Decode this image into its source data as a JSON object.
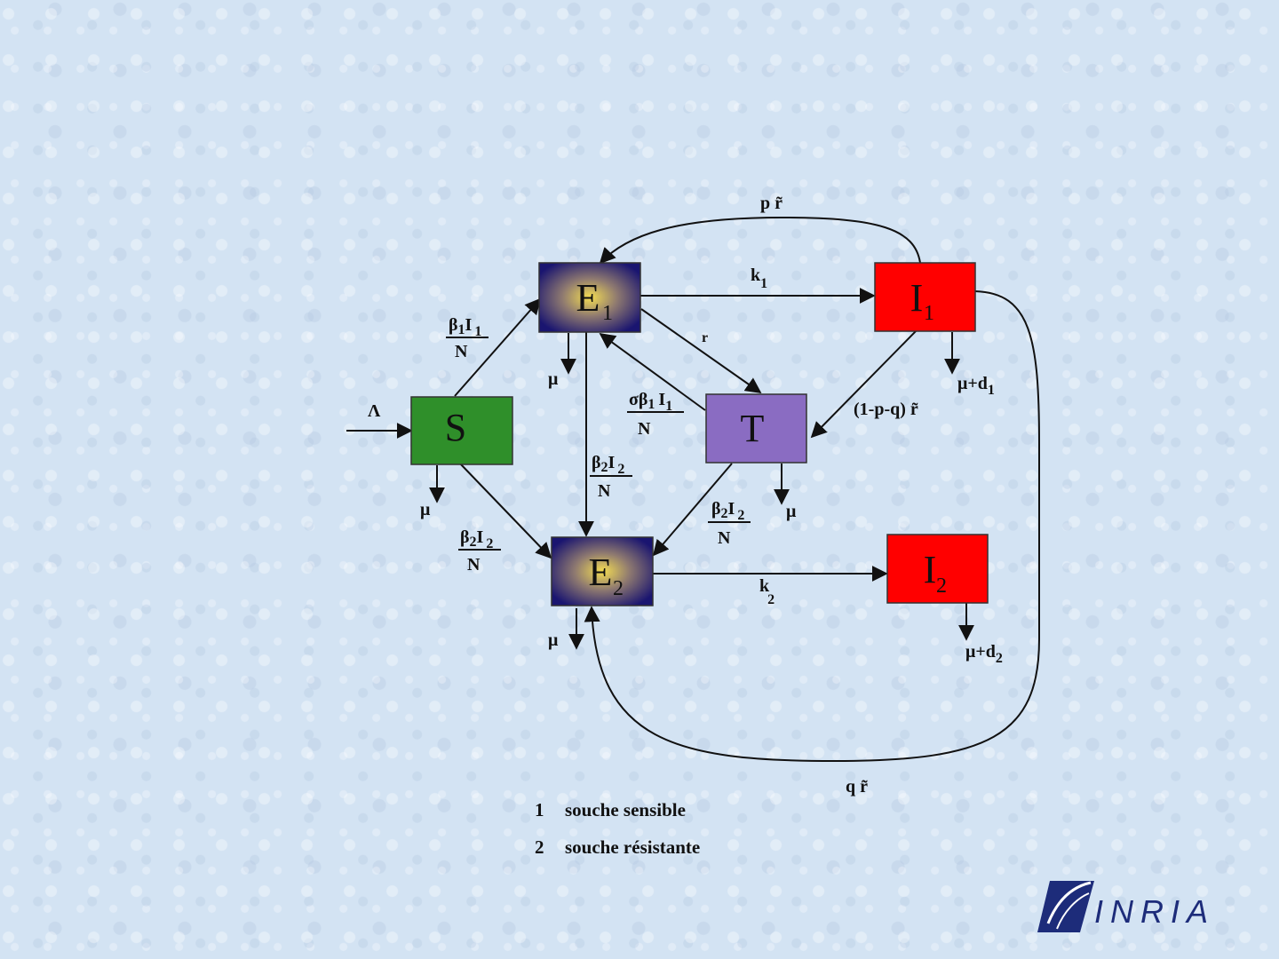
{
  "colors": {
    "susceptible": "#2f8f2a",
    "exposed_center": "#f4dd52",
    "exposed_edge": "#1a1570",
    "infectious": "#ff0000",
    "treated": "#8a6cc2",
    "logo": "#1d2c7a"
  },
  "nodes": {
    "S": "S",
    "E1": "E",
    "E1_sub": "1",
    "E2": "E",
    "E2_sub": "2",
    "I1": "I",
    "I1_sub": "1",
    "I2": "I",
    "I2_sub": "2",
    "T": "T"
  },
  "rates": {
    "recruitment": "Λ",
    "s_to_e1_num_beta": "β",
    "s_to_e1_num_beta_sub": "1",
    "s_to_e1_num_I": "I",
    "s_to_e1_num_I_sub": "1",
    "s_to_e1_den": "N",
    "s_to_e2_num_beta": "β",
    "s_to_e2_num_beta_sub": "2",
    "s_to_e2_num_I": "I",
    "s_to_e2_num_I_sub": "2",
    "s_to_e2_den": "N",
    "e1_to_e2_num_beta": "β",
    "e1_to_e2_num_beta_sub": "2",
    "e1_to_e2_num_I": "I",
    "e1_to_e2_num_I_sub": "2",
    "e1_to_e2_den": "N",
    "t_to_e2_num_beta": "β",
    "t_to_e2_num_beta_sub": "2",
    "t_to_e2_num_I": "I",
    "t_to_e2_num_I_sub": "2",
    "t_to_e2_den": "N",
    "t_to_e1_num_sigma": "σβ",
    "t_to_e1_num_sigma_sub": "1",
    "t_to_e1_num_I": "I",
    "t_to_e1_num_I_sub": "1",
    "t_to_e1_den": "N",
    "k1": "k",
    "k1_sub": "1",
    "k2": "k",
    "k2_sub": "2",
    "r": "r",
    "p_rtilde_p": "p",
    "p_rtilde_r": "r̃",
    "q_rtilde_q": "q",
    "q_rtilde_r": "r̃",
    "one_minus_pq": "(1-p-q)",
    "one_minus_pq_r": "r̃",
    "mu": "μ",
    "mu_d1": "μ+d",
    "mu_d1_sub": "1",
    "mu_d2": "μ+d",
    "mu_d2_sub": "2"
  },
  "legend": [
    {
      "num": "1",
      "text": "souche sensible"
    },
    {
      "num": "2",
      "text": "souche résistante"
    }
  ],
  "logo": {
    "text": "INRIA"
  }
}
